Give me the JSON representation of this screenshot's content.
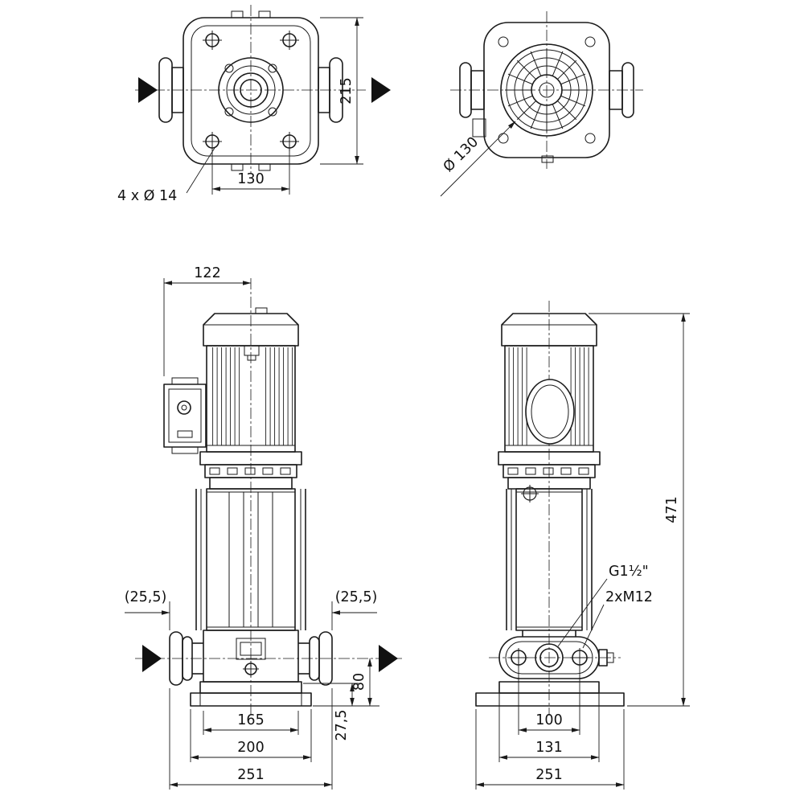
{
  "flange_view": {
    "height": "215",
    "bolt_spacing": "130",
    "holes_label": "4 x Ø 14"
  },
  "fan_view": {
    "diameter": "Ø 130"
  },
  "front_view": {
    "top_width": "122",
    "offset_left": "(25,5)",
    "offset_right": "(25,5)",
    "port_height": "80",
    "base_height": "27,5",
    "width_inner": "165",
    "width_mid": "200",
    "width_total": "251"
  },
  "side_view": {
    "total_height": "471",
    "thread_label": "G1½\"",
    "bolts_label": "2xM12",
    "bolt_spacing": "100",
    "flange_width": "131",
    "width_total": "251"
  },
  "colors": {
    "line": "#1a1a1a",
    "background": "#ffffff"
  }
}
